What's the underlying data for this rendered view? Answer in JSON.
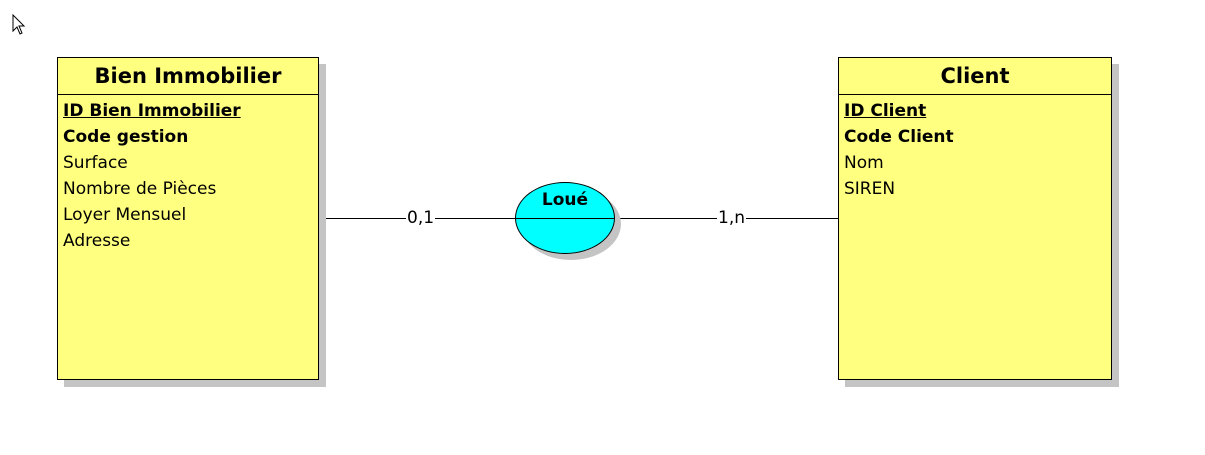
{
  "colors": {
    "entity_fill": "#ffff80",
    "relation_fill": "#00ffff",
    "shadow": "#c4c4c4",
    "line": "#000000"
  },
  "cursor_icon": "arrow-pointer-icon",
  "entities": {
    "bien": {
      "title": "Bien Immobilier",
      "attributes": [
        {
          "text": "ID Bien Immobilier",
          "style": "key"
        },
        {
          "text": "Code gestion",
          "style": "strong"
        },
        {
          "text": "Surface",
          "style": "normal"
        },
        {
          "text": "Nombre de Pièces",
          "style": "normal"
        },
        {
          "text": "Loyer Mensuel",
          "style": "normal"
        },
        {
          "text": "Adresse",
          "style": "normal"
        }
      ]
    },
    "client": {
      "title": "Client",
      "attributes": [
        {
          "text": "ID Client",
          "style": "key"
        },
        {
          "text": "Code Client",
          "style": "strong"
        },
        {
          "text": "Nom",
          "style": "normal"
        },
        {
          "text": "SIREN",
          "style": "normal"
        }
      ]
    }
  },
  "relation": {
    "name": "Loué",
    "left_cardinality": "0,1",
    "right_cardinality": "1,n"
  }
}
